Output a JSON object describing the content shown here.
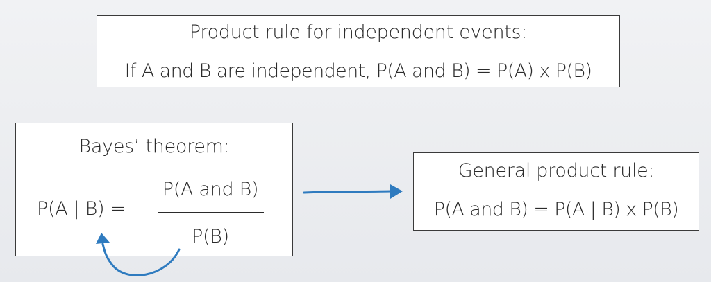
{
  "top_box": {
    "title": "Product rule for independent events:",
    "rule": "If A and B are independent, P(A and B) = P(A) x P(B)"
  },
  "bayes_box": {
    "title": "Bayes’ theorem:",
    "lhs": "P(A | B) =",
    "numerator": "P(A and B)",
    "denominator": "P(B)"
  },
  "general_box": {
    "title": "General product rule:",
    "rule": "P(A and B) = P(A | B) x P(B)"
  },
  "colors": {
    "arrow": "#2f7bbf",
    "border": "#3a3a3a",
    "text": "#2b2b2b"
  }
}
